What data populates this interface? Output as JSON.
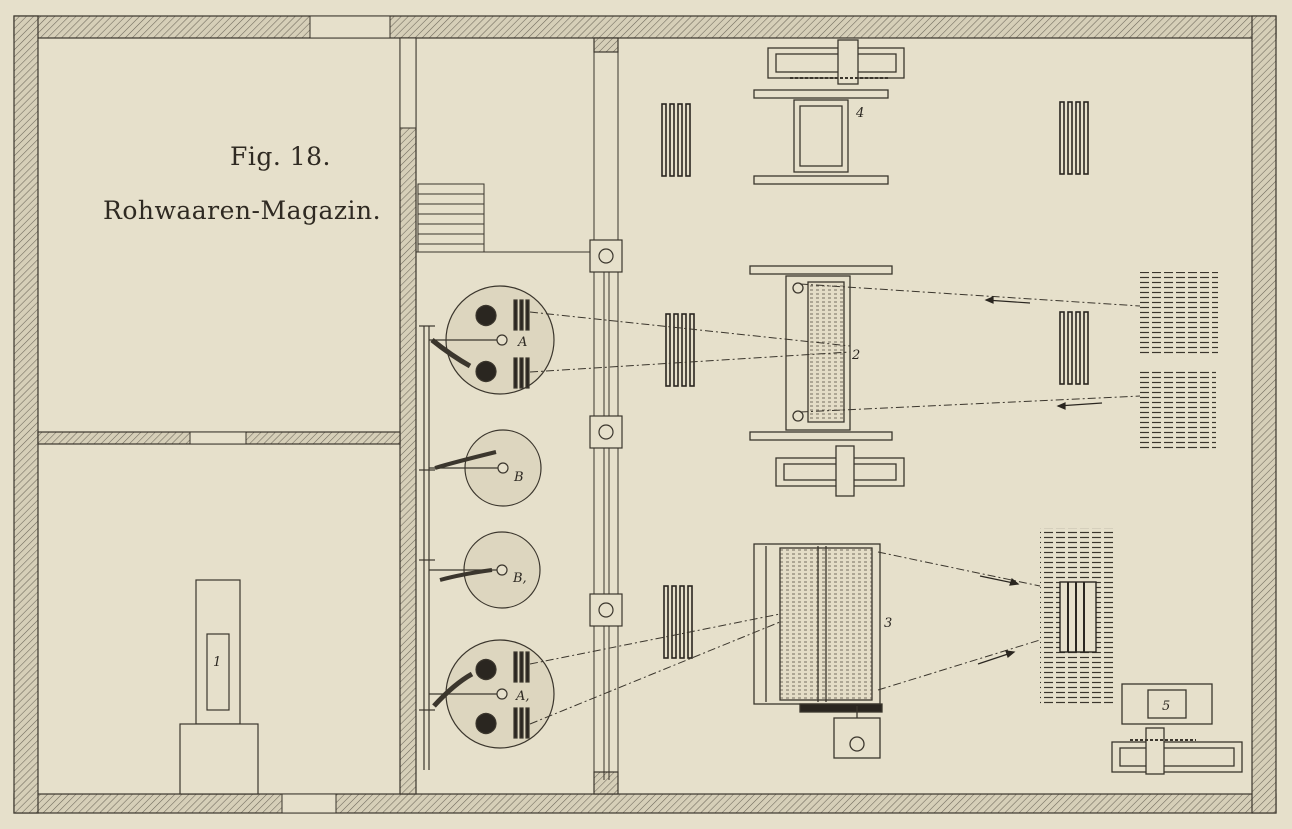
{
  "title": {
    "figure": "Fig. 18.",
    "room": "Rohwaaren-Magazin."
  },
  "labels": {
    "machine_1": "1",
    "machine_2": "2",
    "machine_3": "3",
    "machine_4": "4",
    "machine_5": "5",
    "drum_a": "A",
    "drum_b": "B",
    "drum_b1": "B,",
    "drum_a1": "A,"
  },
  "colors": {
    "paper": "#e6e0cb",
    "ink": "#3b362d",
    "hatch": "#7a7466",
    "drum_fill": "#ddd6bf",
    "dark": "#2a2620"
  }
}
